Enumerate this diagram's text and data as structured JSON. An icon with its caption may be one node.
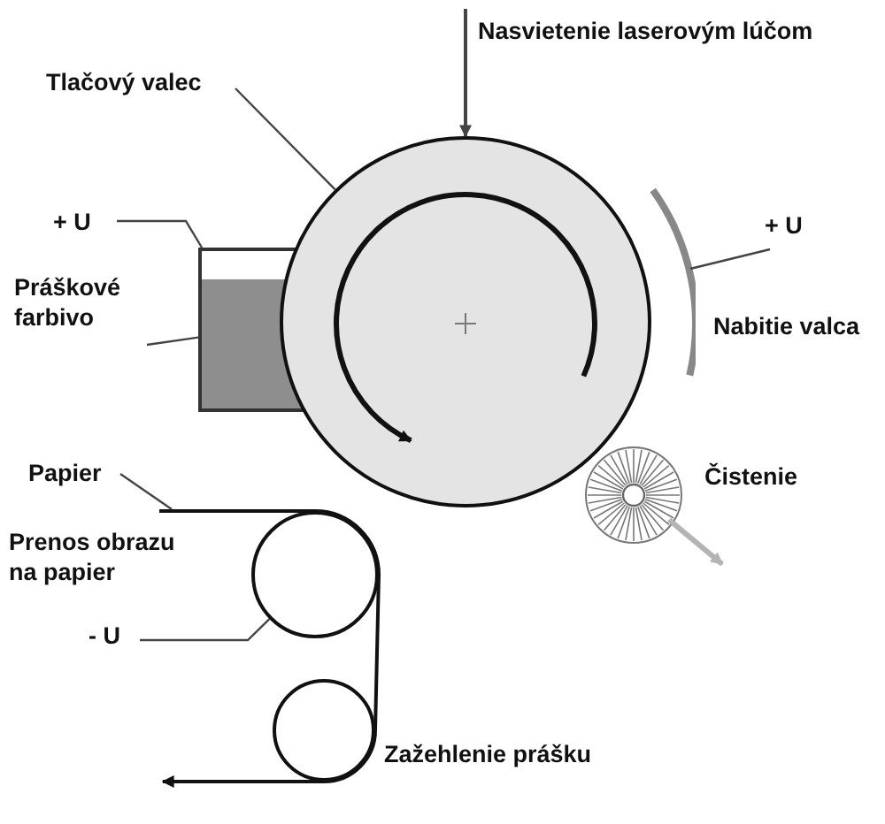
{
  "diagram": {
    "nodes": [
      {
        "text": [
          "Nasvietenie laserovým lúčom"
        ]
      },
      {
        "text": [
          "Tlačový valec"
        ]
      },
      {
        "text": [],
        "shape": "circle"
      },
      {
        "text": [
          "+ U"
        ]
      },
      {
        "text": [
          "Práškové farbivo"
        ]
      },
      {
        "text": [],
        "shape": "box"
      },
      {
        "text": [
          "+ U"
        ]
      },
      {
        "text": [],
        "shape": "bar"
      },
      {
        "text": [],
        "shape": "brush"
      },
      {
        "text": [
          "Papier"
        ]
      },
      {
        "text": [
          "- U"
        ]
      },
      {
        "text": [],
        "shape": "circle"
      },
      {
        "text": [],
        "shape": "circle",
        "beside": [
          "Zažehlenie prášku"
        ]
      }
    ],
    "edges": [
      {
        "from": 0,
        "to": 2,
        "arrow": "to"
      },
      {
        "from": 1,
        "to": 2,
        "arrow": "none"
      },
      {
        "from": 3,
        "to": 5,
        "arrow": "none"
      },
      {
        "from": 4,
        "to": 5,
        "arrow": "none"
      },
      {
        "from": 6,
        "to": 7,
        "arrow": "none"
      },
      {
        "from": 8,
        "to": null,
        "arrow": "to",
        "color": "#b4b4b4",
        "style": "thick"
      },
      {
        "from": 9,
        "to": null,
        "arrow": "none"
      },
      {
        "from": 10,
        "to": 11,
        "arrow": "none"
      }
    ],
    "labels": [
      "Nabitie valca",
      "Čistenie",
      "Prenos obrazu na papier"
    ]
  }
}
